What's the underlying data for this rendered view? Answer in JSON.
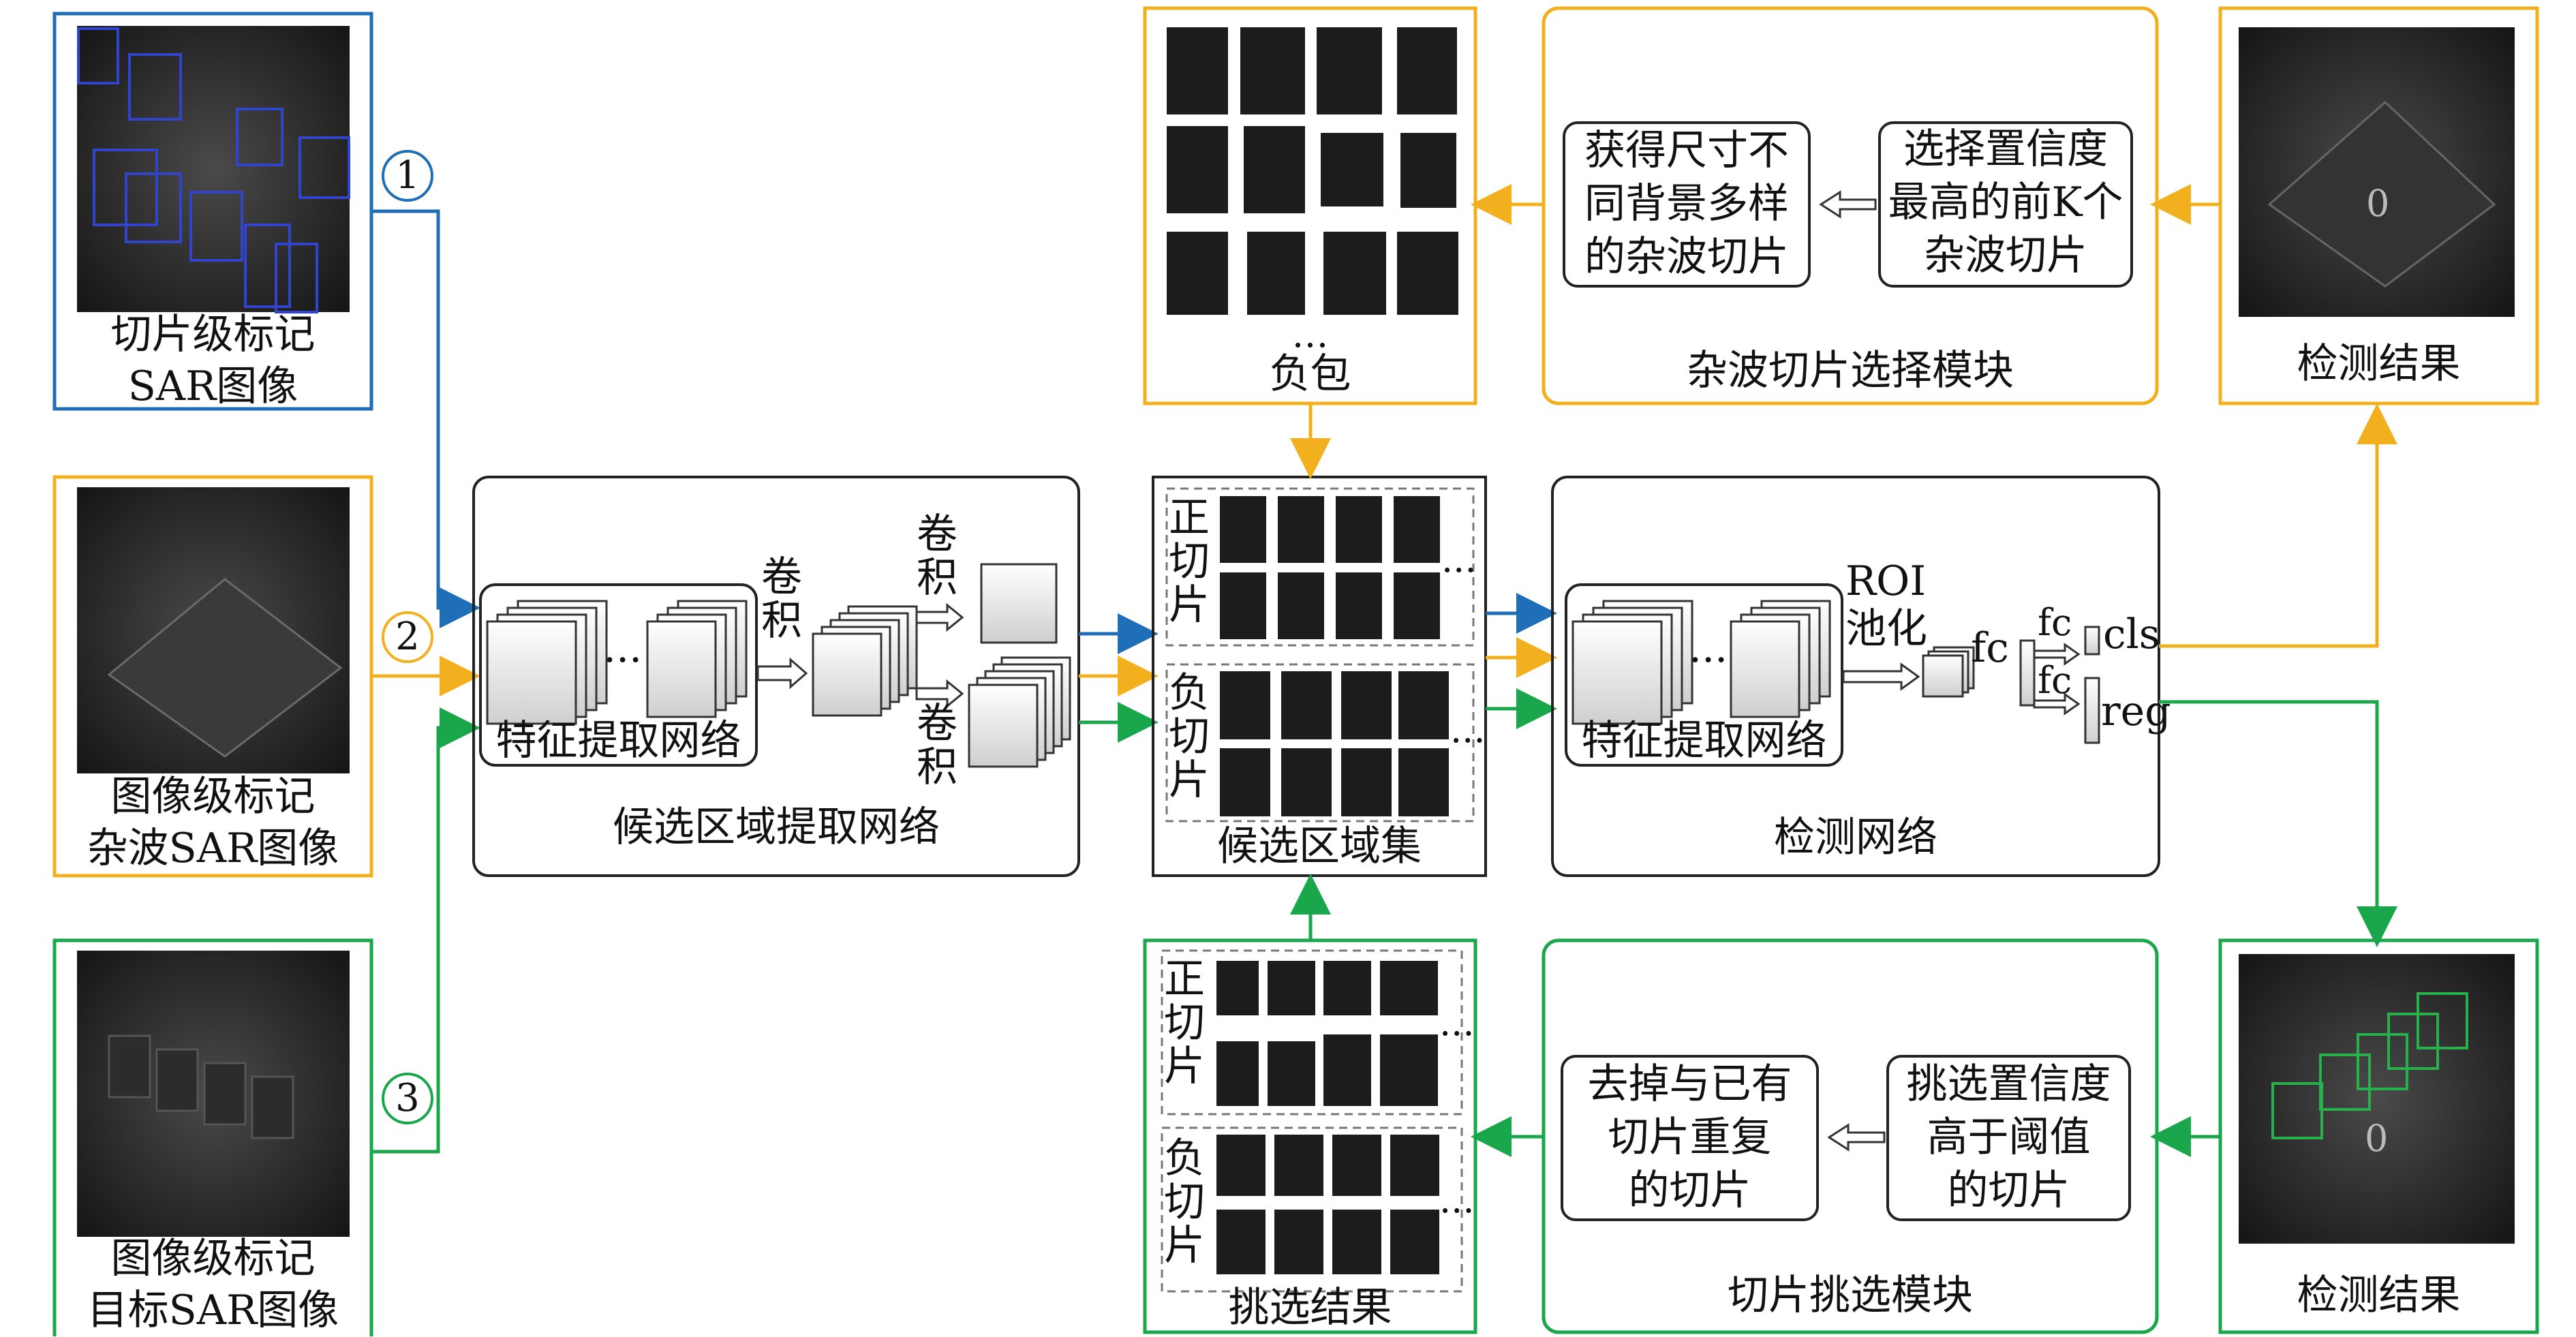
{
  "inputs": {
    "slice_label": {
      "line1": "切片级标记",
      "line2": "SAR图像",
      "step": "1"
    },
    "clutter_label": {
      "line1": "图像级标记",
      "line2": "杂波SAR图像",
      "step": "2"
    },
    "target_label": {
      "line1": "图像级标记",
      "line2": "目标SAR图像",
      "step": "3"
    }
  },
  "rpn": {
    "title": "候选区域提取网络",
    "feature_net": "特征提取网络",
    "dots": "···",
    "conv_main": "卷积",
    "conv_top": "卷积",
    "conv_bottom": "卷积"
  },
  "proposal_set": {
    "title": "候选区域集",
    "positive": "正切片",
    "negative": "负切片",
    "ellipsis": "..."
  },
  "detection_net": {
    "title": "检测网络",
    "feature_net": "特征提取网络",
    "dots": "···",
    "roi_pool": "ROI池化",
    "fc1": "fc",
    "fc2": "fc",
    "fc3": "fc",
    "cls": "cls",
    "reg": "reg"
  },
  "negative_bag": {
    "title": "负包",
    "ellipsis": "…"
  },
  "clutter_module": {
    "title": "杂波切片选择模块",
    "box_select": "选择置信度最高的前K个杂波切片",
    "box_select_l1": "选择置信度",
    "box_select_l2": "最高的前K个",
    "box_select_l3": "杂波切片",
    "box_obtain_l1": "获得尺寸不",
    "box_obtain_l2": "同背景多样",
    "box_obtain_l3": "的杂波切片"
  },
  "detect_result_top": {
    "title": "检测结果",
    "mark": "0"
  },
  "detect_result_bottom": {
    "title": "检测结果",
    "mark": "0"
  },
  "slice_module": {
    "title": "切片挑选模块",
    "box_pick_l1": "挑选置信度",
    "box_pick_l2": "高于阈值",
    "box_pick_l3": "的切片",
    "box_remove_l1": "去掉与已有",
    "box_remove_l2": "切片重复",
    "box_remove_l3": "的切片"
  },
  "pick_result": {
    "title": "挑选结果",
    "positive": "正切片",
    "negative": "负切片",
    "ellipsis": "..."
  },
  "colors": {
    "blue": "#1f6fb8",
    "orange": "#f2b01e",
    "green": "#1aa64a",
    "frame": "#222222",
    "img_dark": "#1c1c1c",
    "img_mid": "#3a3a3a",
    "box_blue": "#3344cc",
    "box_green": "#27b04b"
  }
}
